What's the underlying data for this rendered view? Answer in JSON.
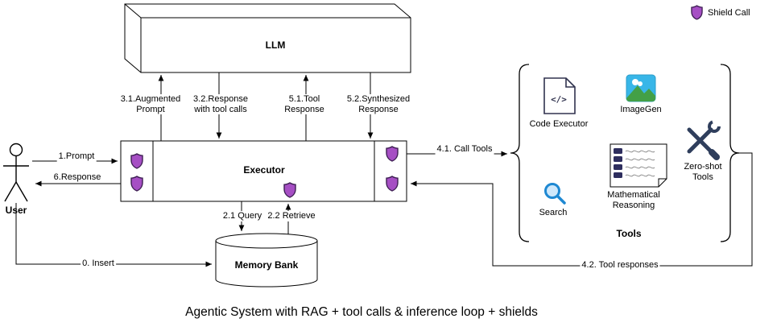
{
  "caption": "Agentic System with RAG + tool calls & inference loop + shields",
  "legend": {
    "shield_call": "Shield Call"
  },
  "nodes": {
    "llm": "LLM",
    "executor": "Executor",
    "user": "User",
    "memory_bank": "Memory Bank"
  },
  "edges": {
    "prompt": "1.Prompt",
    "response": "6.Response",
    "augmented_prompt": "3.1.Augmented\nPrompt",
    "response_with_tool_calls": "3.2.Response\nwith tool calls",
    "tool_response": "5.1.Tool\nResponse",
    "synthesized_response": "5.2.Synthesized\nResponse",
    "query": "2.1 Query",
    "retrieve": "2.2 Retrieve",
    "insert": "0. Insert",
    "call_tools": "4.1. Call Tools",
    "tool_responses": "4.2. Tool responses"
  },
  "tools": {
    "group_label": "Tools",
    "code_executor": "Code Executor",
    "code_glyph": "</>",
    "imagegen": "ImageGen",
    "search": "Search",
    "math_reasoning": "Mathematical\nReasoning",
    "zero_shot": "Zero-shot\nTools"
  },
  "colors": {
    "shield_fill": "#a64fc4",
    "shield_stroke": "#3d1f52",
    "search_blue": "#1e88d2",
    "imagegen_blue": "#38b6e8",
    "imagegen_green": "#43a047",
    "icon_navy": "#30324e"
  }
}
